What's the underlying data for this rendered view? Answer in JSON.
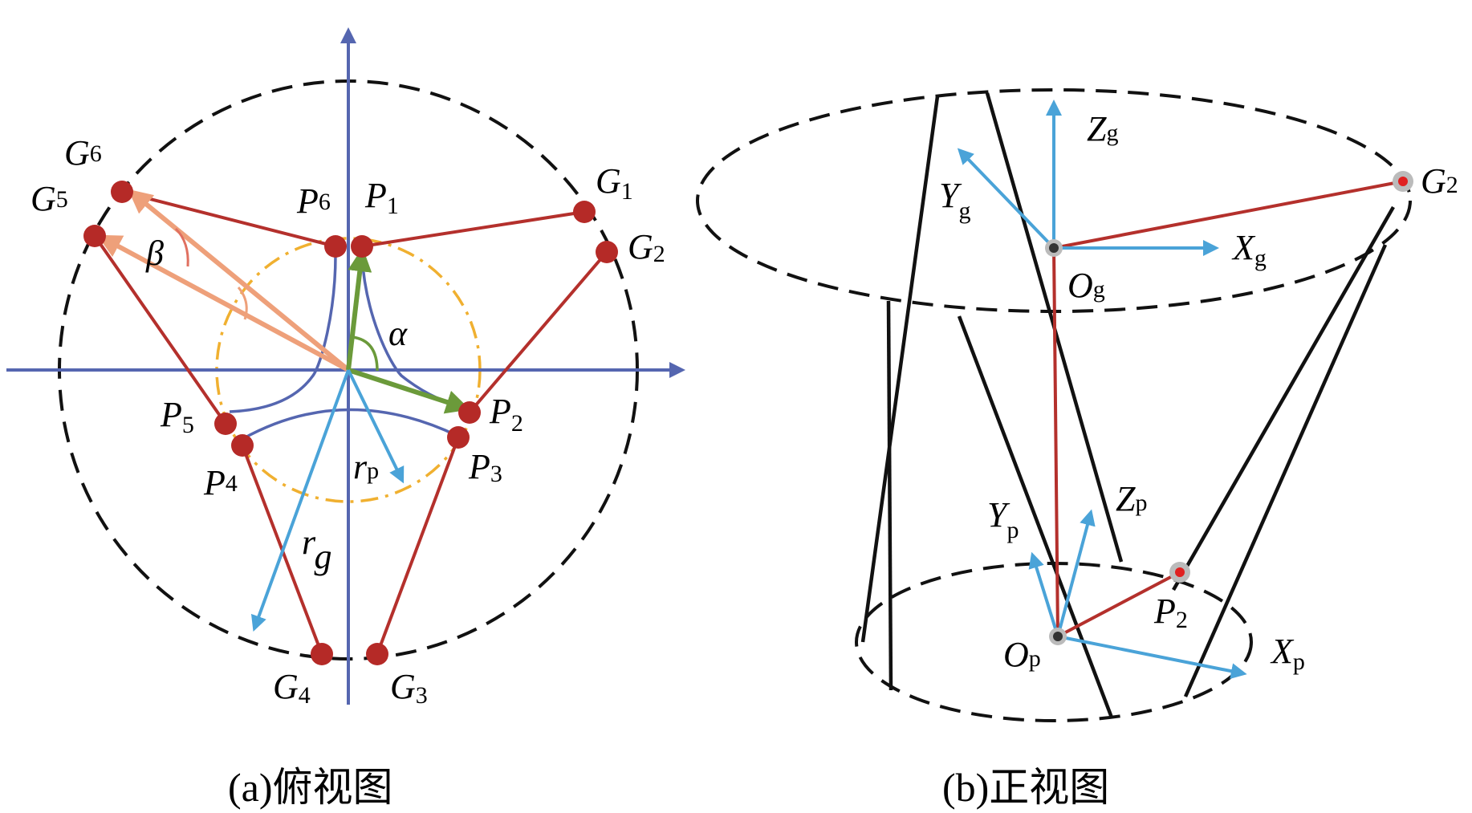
{
  "panel_a": {
    "caption": "(a)俯视图",
    "outer_points": [
      {
        "name": "G",
        "sub": "1"
      },
      {
        "name": "G",
        "sub": "2"
      },
      {
        "name": "G",
        "sub": "3"
      },
      {
        "name": "G",
        "sub": "4"
      },
      {
        "name": "G",
        "sub": "5"
      },
      {
        "name": "G",
        "sub": "6"
      }
    ],
    "inner_points": [
      {
        "name": "P",
        "sub": "1"
      },
      {
        "name": "P",
        "sub": "2"
      },
      {
        "name": "P",
        "sub": "3"
      },
      {
        "name": "P",
        "sub": "4"
      },
      {
        "name": "P",
        "sub": "5"
      },
      {
        "name": "P",
        "sub": "6"
      }
    ],
    "angles": {
      "alpha": "α",
      "beta": "β"
    },
    "radii": {
      "rp_main": "r",
      "rp_sub": "p",
      "rg_main": "r",
      "rg_sub": "g"
    }
  },
  "panel_b": {
    "caption": "(b)正视图",
    "frame_g": {
      "z_main": "Z",
      "z_sub": "g",
      "y_main": "Y",
      "y_sub": "g",
      "x_main": "X",
      "x_sub": "g",
      "o_main": "O",
      "o_sub": "g"
    },
    "frame_p": {
      "z_main": "Z",
      "z_sub": "p",
      "y_main": "Y",
      "y_sub": "p",
      "x_main": "X",
      "x_sub": "p",
      "o_main": "O",
      "o_sub": "p"
    },
    "labels": {
      "g2_main": "G",
      "g2_sub": "2",
      "p2_main": "P",
      "p2_sub": "2"
    }
  },
  "colors": {
    "leg": "#b4302c",
    "axis": "#5566b0",
    "frame": "#4aa3d8",
    "vector": "#6b9a3a",
    "beta_arrow": "#eea07a",
    "platform_circle": "#f0b030"
  }
}
